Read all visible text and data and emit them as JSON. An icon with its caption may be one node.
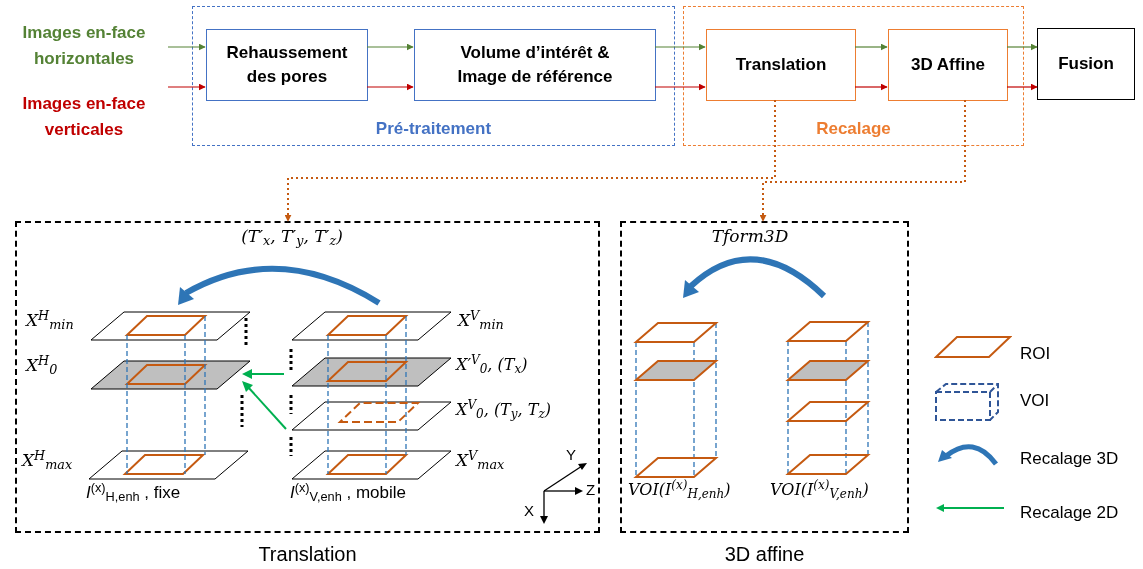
{
  "diagram": {
    "nodes": [
      {
        "text": [
          "Images en-face horizontales"
        ]
      },
      {
        "text": [
          "Images en-face verticales"
        ]
      },
      {
        "text": [
          "Pré-traitement"
        ]
      },
      {
        "text": [
          "Rehaussement des pores"
        ],
        "in": 2
      },
      {
        "text": [
          "Volume d’intérêt & Image de référence"
        ],
        "in": 2
      },
      {
        "text": [
          "Recalage"
        ]
      },
      {
        "text": [
          "Translation"
        ],
        "in": 5
      },
      {
        "text": [
          "3D Affine"
        ],
        "in": 5
      },
      {
        "text": [
          "Fusion"
        ]
      },
      {
        "text": [
          "Translation"
        ]
      },
      {
        "text": [
          "3D affine"
        ]
      }
    ],
    "edges": [
      {
        "from": 0,
        "to": 3,
        "arrow": "to",
        "color": "#548235"
      },
      {
        "from": 1,
        "to": 3,
        "arrow": "to",
        "color": "#c00000"
      },
      {
        "from": 3,
        "to": 4,
        "arrow": "to",
        "color": "#548235"
      },
      {
        "from": 3,
        "to": 4,
        "arrow": "to",
        "color": "#c00000"
      },
      {
        "from": 4,
        "to": 6,
        "arrow": "to",
        "color": "#548235"
      },
      {
        "from": 4,
        "to": 6,
        "arrow": "to",
        "color": "#c00000"
      },
      {
        "from": 6,
        "to": 7,
        "arrow": "to",
        "color": "#548235"
      },
      {
        "from": 6,
        "to": 7,
        "arrow": "to",
        "color": "#c00000"
      },
      {
        "from": 7,
        "to": 8,
        "arrow": "to",
        "color": "#548235"
      },
      {
        "from": 7,
        "to": 8,
        "arrow": "to",
        "color": "#c00000"
      },
      {
        "from": 6,
        "to": 9,
        "arrow": "to",
        "style": "dashed",
        "color": "#c55a11"
      },
      {
        "from": 7,
        "to": 10,
        "arrow": "to",
        "style": "dashed",
        "color": "#c55a11"
      }
    ],
    "labels": [
      "(T′$_{x}$, T′$_{y}$, T′$_{z}$)",
      "X$^{H}$$_{min}$",
      "X$^{V}$$_{min}$",
      "X$^{H}$$_{0}$",
      "X′$^{V}$$_{0}$, (T$_{x}$)",
      "X$^{V}$$_{0}$, (T$_{y}$, T$_{z}$)",
      "X$^{H}$$_{max}$",
      "X$^{V}$$_{max}$",
      "Y",
      "Z",
      "X",
      "*I*$^{(x)}$$_{H,enh}$ , fixe",
      "*I*$^{(x)}$$_{V,enh}$ , mobile",
      "Tform3D",
      "VOI(I$^{(x)}$$_{H,enh}$)",
      "VOI(I$^{(x)}$$_{V,enh}$)"
    ],
    "legend": [
      {
        "text": "ROI"
      },
      {
        "text": "VOI"
      },
      {
        "text": "Recalage 3D"
      },
      {
        "text": "Recalage 2D"
      }
    ]
  }
}
